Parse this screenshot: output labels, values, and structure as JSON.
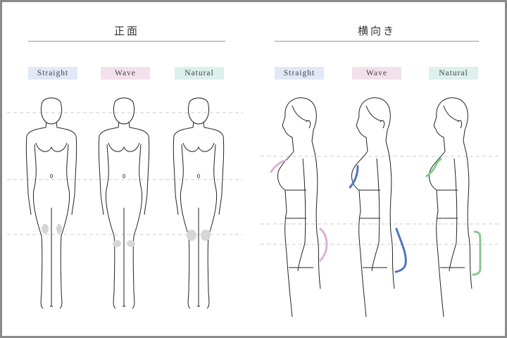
{
  "sections": [
    {
      "title": "正面",
      "labels": [
        "Straight",
        "Wave",
        "Natural"
      ]
    },
    {
      "title": "横向き",
      "labels": [
        "Straight",
        "Wave",
        "Natural"
      ]
    }
  ],
  "colors": {
    "straight_bg": "#e1e8f7",
    "wave_bg": "#f2e1ec",
    "natural_bg": "#dcf0ec",
    "pink_mark": "#d9b2d9",
    "blue_mark": "#4f76bd",
    "green_mark": "#85c98f"
  }
}
